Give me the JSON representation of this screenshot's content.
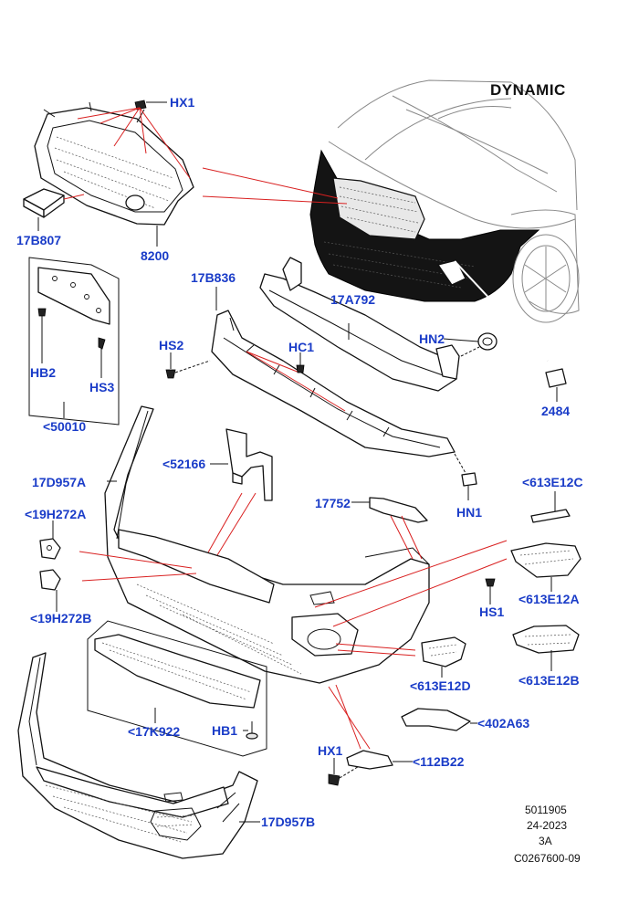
{
  "heading": "DYNAMIC",
  "parts": {
    "hx1_top": "HX1",
    "p17b807": "17B807",
    "p8200": "8200",
    "p17b836": "17B836",
    "p17a792": "17A792",
    "hn2": "HN2",
    "hs2": "HS2",
    "hc1": "HC1",
    "hb2": "HB2",
    "hs3": "HS3",
    "p2484": "2484",
    "p50010": "<50010",
    "p52166": "<52166",
    "p17d957a": "17D957A",
    "hn1": "HN1",
    "p613e12c": "<613E12C",
    "p19h272a": "<19H272A",
    "p17752": "17752",
    "hs1": "HS1",
    "p613e12a": "<613E12A",
    "p19h272b": "<19H272B",
    "p613e12b": "<613E12B",
    "p613e12d": "<613E12D",
    "p402a63": "<402A63",
    "p17k922": "<17K922",
    "hb1": "HB1",
    "hx1_bottom": "HX1",
    "p112b22": "<112B22",
    "p17d957b": "17D957B"
  },
  "reference": {
    "number": "5011905",
    "date": "24-2023",
    "sheet": "3A",
    "code": "C0267600-09"
  }
}
